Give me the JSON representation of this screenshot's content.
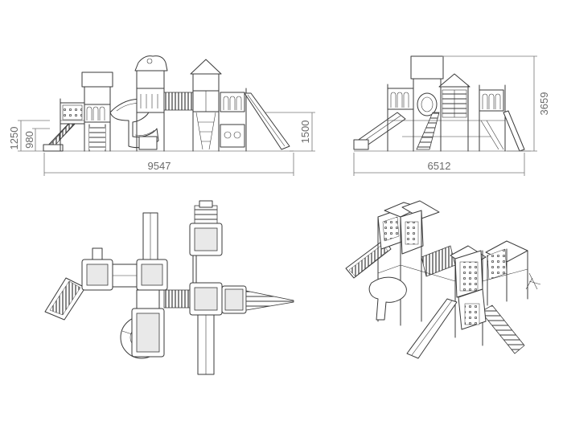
{
  "dimensions": {
    "front_height_low": "980",
    "front_height_high": "1250",
    "front_height_right": "1500",
    "front_width": "9547",
    "side_width": "6512",
    "side_height": "3659"
  }
}
